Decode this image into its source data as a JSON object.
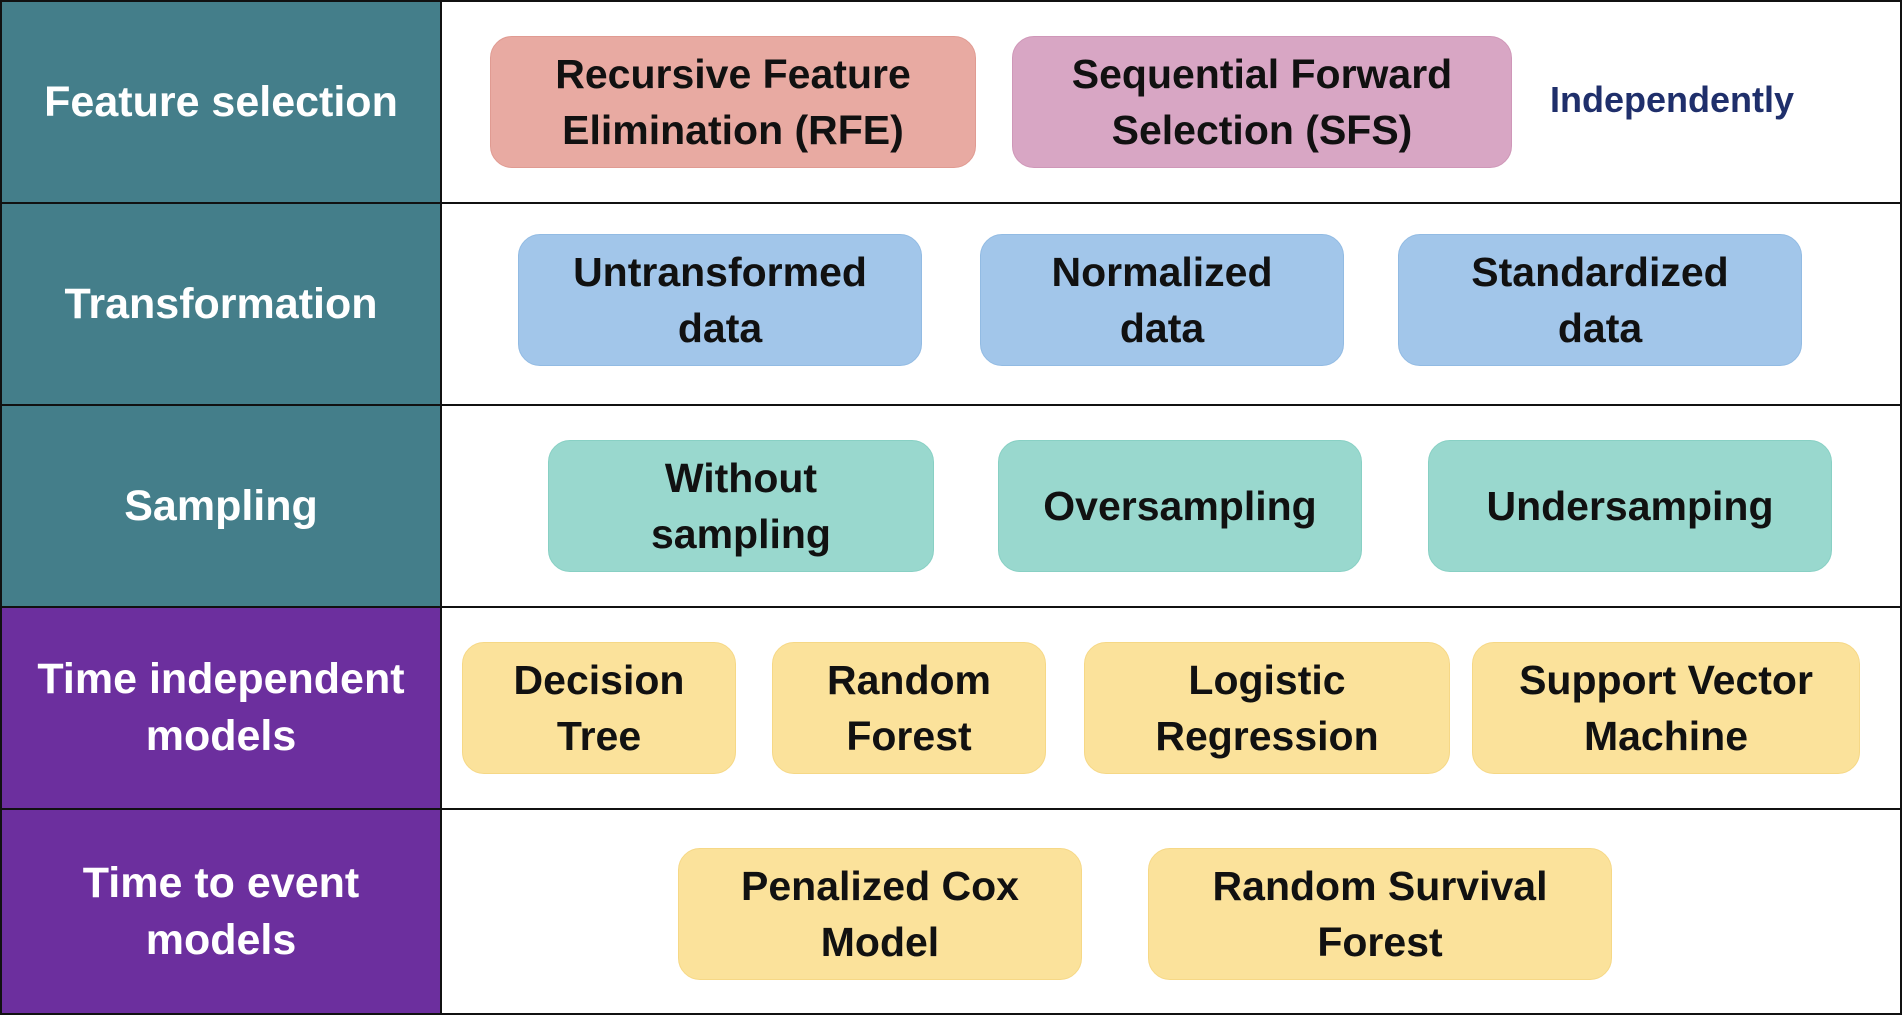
{
  "rows": [
    {
      "label": "Feature selection",
      "boxes": [
        "Recursive Feature\nElimination (RFE)",
        "Sequential Forward\nSelection (SFS)"
      ],
      "note": "Independently"
    },
    {
      "label": "Transformation",
      "boxes": [
        "Untransformed\ndata",
        "Normalized\ndata",
        "Standardized\ndata"
      ]
    },
    {
      "label": "Sampling",
      "boxes": [
        "Without\nsampling",
        "Oversampling",
        "Undersamping"
      ]
    },
    {
      "label": "Time independent\nmodels",
      "boxes": [
        "Decision\nTree",
        "Random\nForest",
        "Logistic\nRegression",
        "Support Vector\nMachine"
      ]
    },
    {
      "label": "Time to event\nmodels",
      "boxes": [
        "Penalized Cox\nModel",
        "Random Survival\nForest"
      ]
    }
  ],
  "colors": {
    "label_teal": "#447e8a",
    "label_purple": "#6c2f9e",
    "rfe": "#e8aaa2",
    "sfs": "#d8a6c4",
    "transformation": "#a2c6ea",
    "sampling": "#99d8ce",
    "models": "#fbe29b",
    "note_text": "#1f2f6b"
  }
}
